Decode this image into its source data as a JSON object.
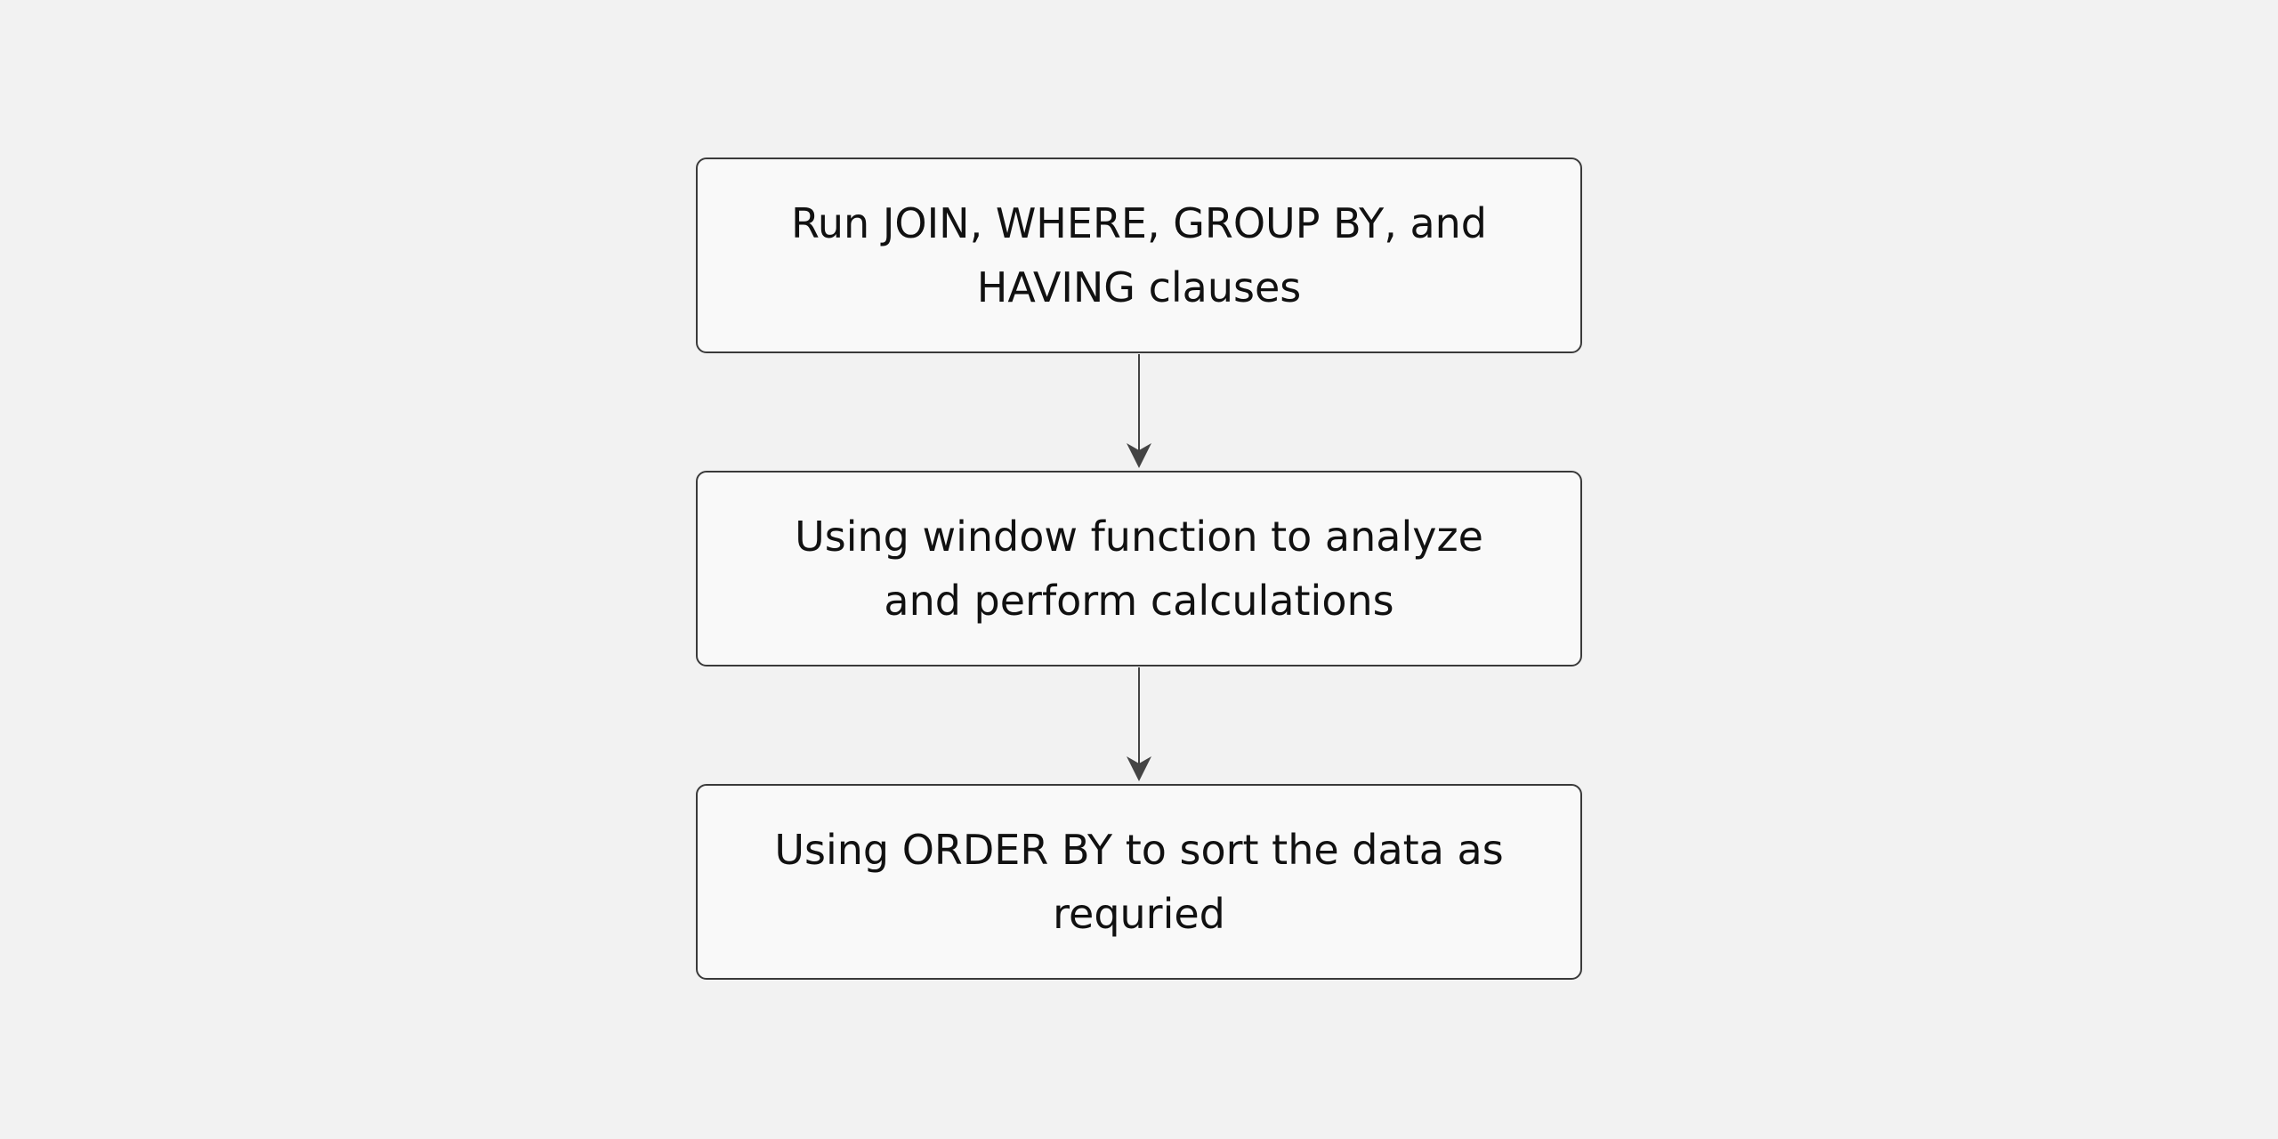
{
  "diagram": {
    "nodes": [
      {
        "id": "step-1",
        "label": "Run JOIN, WHERE, GROUP BY, and HAVING clauses"
      },
      {
        "id": "step-2",
        "label": "Using window function to analyze and perform calculations"
      },
      {
        "id": "step-3",
        "label": "Using ORDER BY to sort the data as requried"
      }
    ],
    "edges": [
      {
        "from": "step-1",
        "to": "step-2"
      },
      {
        "from": "step-2",
        "to": "step-3"
      }
    ],
    "colors": {
      "background": "#f2f2f2",
      "node_fill": "#f9f9f9",
      "node_border": "#3a3a3a",
      "arrow": "#444444",
      "text": "#111111"
    }
  }
}
